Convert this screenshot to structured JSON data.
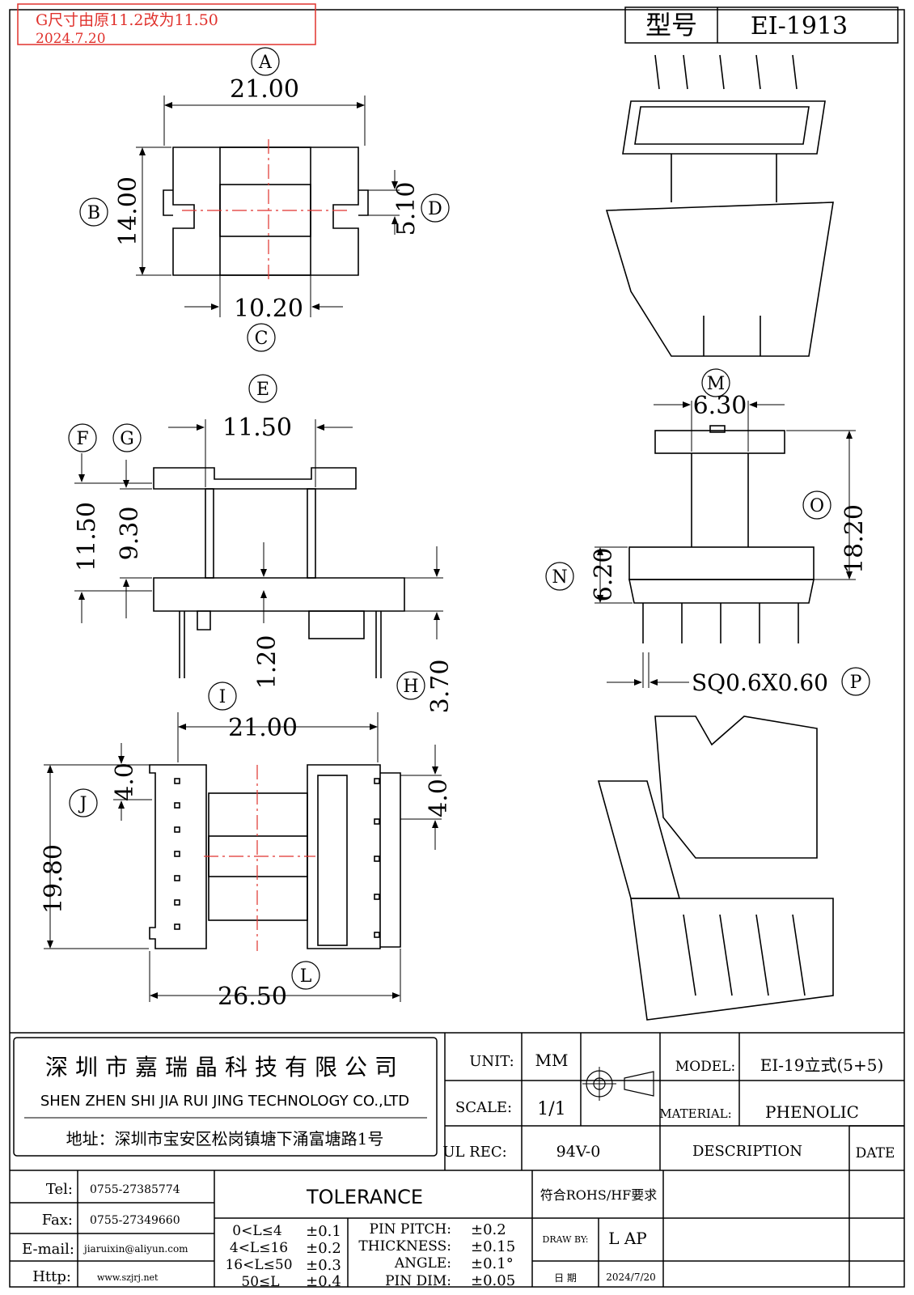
{
  "revision_note": {
    "line1": "G尺寸由原11.2改为11.50",
    "line2": "2024.7.20",
    "color": "#e0322d"
  },
  "model_box": {
    "label": "型号",
    "value": "EI-1913"
  },
  "dims": {
    "A": "21.00",
    "B": "14.00",
    "C": "10.20",
    "D": "5.10",
    "E": "11.50",
    "F": "9.30",
    "G": "11.50",
    "H": "3.70",
    "h_small": "1.20",
    "I": "21.00",
    "J": "4.0",
    "J_right": "4.0",
    "K": "19.80",
    "L": "26.50",
    "M": "6.30",
    "N": "6.20",
    "O": "18.20",
    "P": "SQ0.6X0.60"
  },
  "markers": [
    "A",
    "B",
    "C",
    "D",
    "E",
    "F",
    "G",
    "H",
    "I",
    "J",
    "L",
    "M",
    "N",
    "O",
    "P"
  ],
  "company": {
    "name_cn": "深圳市嘉瑞晶科技有限公司",
    "name_en": "SHEN ZHEN SHI   JIA RUI JING   TECHNOLOGY CO.,LTD",
    "address": "地址：深圳市宝安区松岗镇塘下涌富塘路1号"
  },
  "contact": {
    "tel_label": "Tel:",
    "tel": "0755-27385774",
    "fax_label": "Fax:",
    "fax": "0755-27349660",
    "email_label": "E-mail:",
    "email": "jiaruixin@aliyun.com",
    "http_label": "Http:",
    "http": "www.szjrj.net"
  },
  "spec": {
    "unit_label": "UNIT:",
    "unit": "MM",
    "scale_label": "SCALE:",
    "scale": "1/1",
    "ul_label": "UL REC:",
    "ul": "94V-0",
    "model_label": "MODEL:",
    "model": "EI-19立式(5+5)",
    "material_label": "MATERIAL:",
    "material": "PHENOLIC",
    "description_label": "DESCRIPTION",
    "date_label": "DATE"
  },
  "tolerance": {
    "title": "TOLERANCE",
    "ranges": [
      {
        "range": "0<L≤4",
        "tol": "±0.1"
      },
      {
        "range": "4<L≤16",
        "tol": "±0.2"
      },
      {
        "range": "16<L≤50",
        "tol": "±0.3"
      },
      {
        "range": "50≤L",
        "tol": "±0.4"
      }
    ],
    "items": [
      {
        "name": "PIN PITCH:",
        "tol": "±0.2"
      },
      {
        "name": "THICKNESS:",
        "tol": "±0.15"
      },
      {
        "name": "ANGLE:",
        "tol": "±0.1°"
      },
      {
        "name": "PIN DIM:",
        "tol": "±0.05"
      }
    ]
  },
  "rohs": "符合ROHS/HF要求",
  "draw_by_label": "DRAW BY:",
  "draw_by": "L AP",
  "date_label_cn": "日 期",
  "draw_date": "2024/7/20"
}
